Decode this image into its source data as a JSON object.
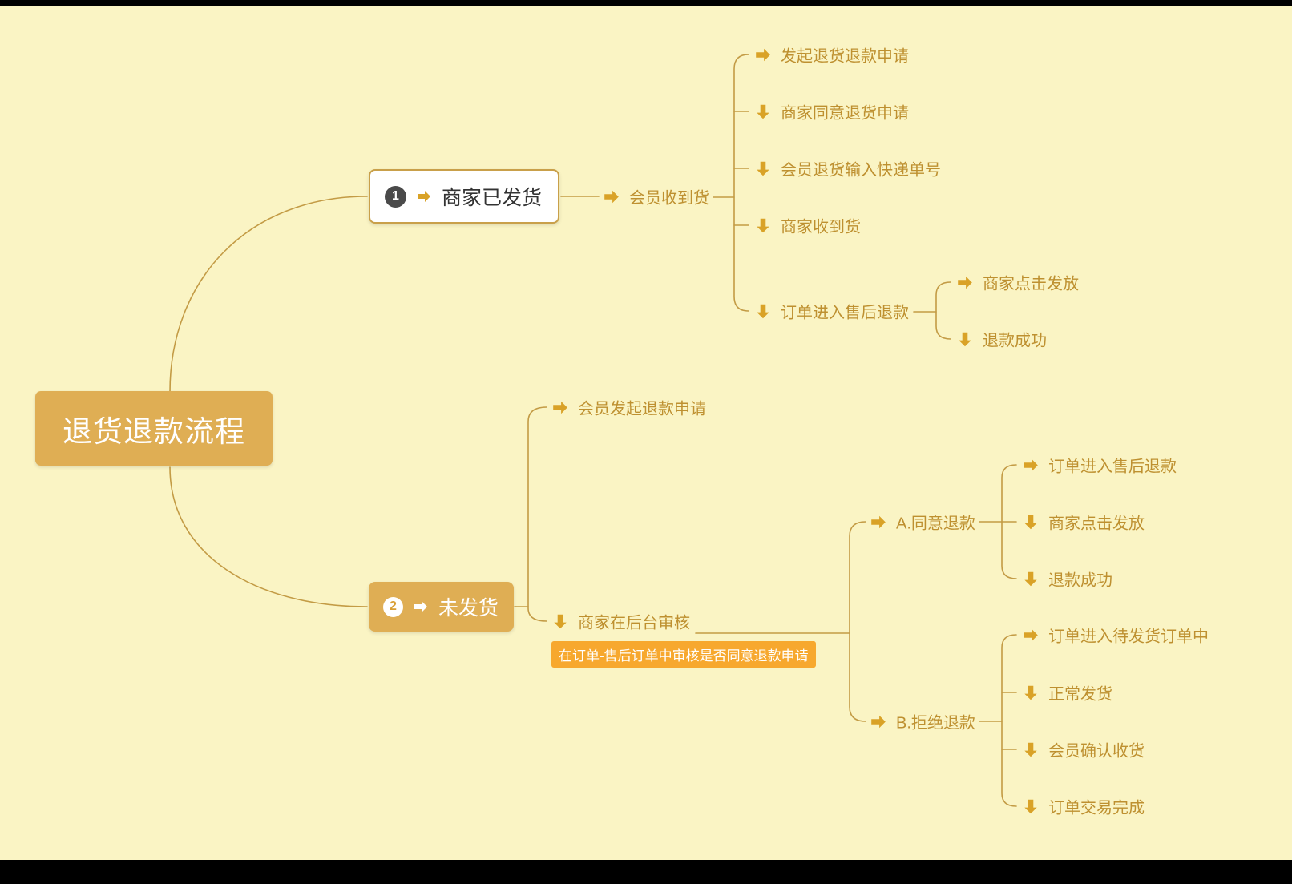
{
  "page": {
    "background_color": "#faf4c4",
    "letterbox_color": "#000000"
  },
  "palette": {
    "node_fill": "#dfae54",
    "text_gold": "#be9030",
    "arrow_gold": "#d9a227",
    "line_color": "#c39b45",
    "callout_bg": "#f7a82e",
    "badge_dark": "#4a4a4a"
  },
  "icons": {
    "right_arrow": "block-arrow-right",
    "down_arrow": "block-arrow-down"
  },
  "root": {
    "label": "退货退款流程"
  },
  "branch1": {
    "number": "1",
    "label": "商家已发货",
    "step": {
      "label": "会员收到货"
    },
    "items": [
      {
        "icon": "right-arrow",
        "label": "发起退货退款申请"
      },
      {
        "icon": "down-arrow",
        "label": "商家同意退货申请"
      },
      {
        "icon": "down-arrow",
        "label": "会员退货输入快递单号"
      },
      {
        "icon": "down-arrow",
        "label": "商家收到货"
      },
      {
        "icon": "down-arrow",
        "label": "订单进入售后退款"
      }
    ],
    "refund_items": [
      {
        "icon": "right-arrow",
        "label": "商家点击发放"
      },
      {
        "icon": "down-arrow",
        "label": "退款成功"
      }
    ]
  },
  "branch2": {
    "number": "2",
    "label": "未发货",
    "items": [
      {
        "icon": "right-arrow",
        "label": "会员发起退款申请"
      },
      {
        "icon": "down-arrow",
        "label": "商家在后台审核"
      }
    ],
    "callout": "在订单-售后订单中审核是否同意退款申请",
    "optionA": {
      "label": "A.同意退款",
      "items": [
        {
          "icon": "right-arrow",
          "label": "订单进入售后退款"
        },
        {
          "icon": "down-arrow",
          "label": "商家点击发放"
        },
        {
          "icon": "down-arrow",
          "label": "退款成功"
        }
      ]
    },
    "optionB": {
      "label": "B.拒绝退款",
      "items": [
        {
          "icon": "right-arrow",
          "label": "订单进入待发货订单中"
        },
        {
          "icon": "down-arrow",
          "label": "正常发货"
        },
        {
          "icon": "down-arrow",
          "label": "会员确认收货"
        },
        {
          "icon": "down-arrow",
          "label": "订单交易完成"
        }
      ]
    }
  }
}
